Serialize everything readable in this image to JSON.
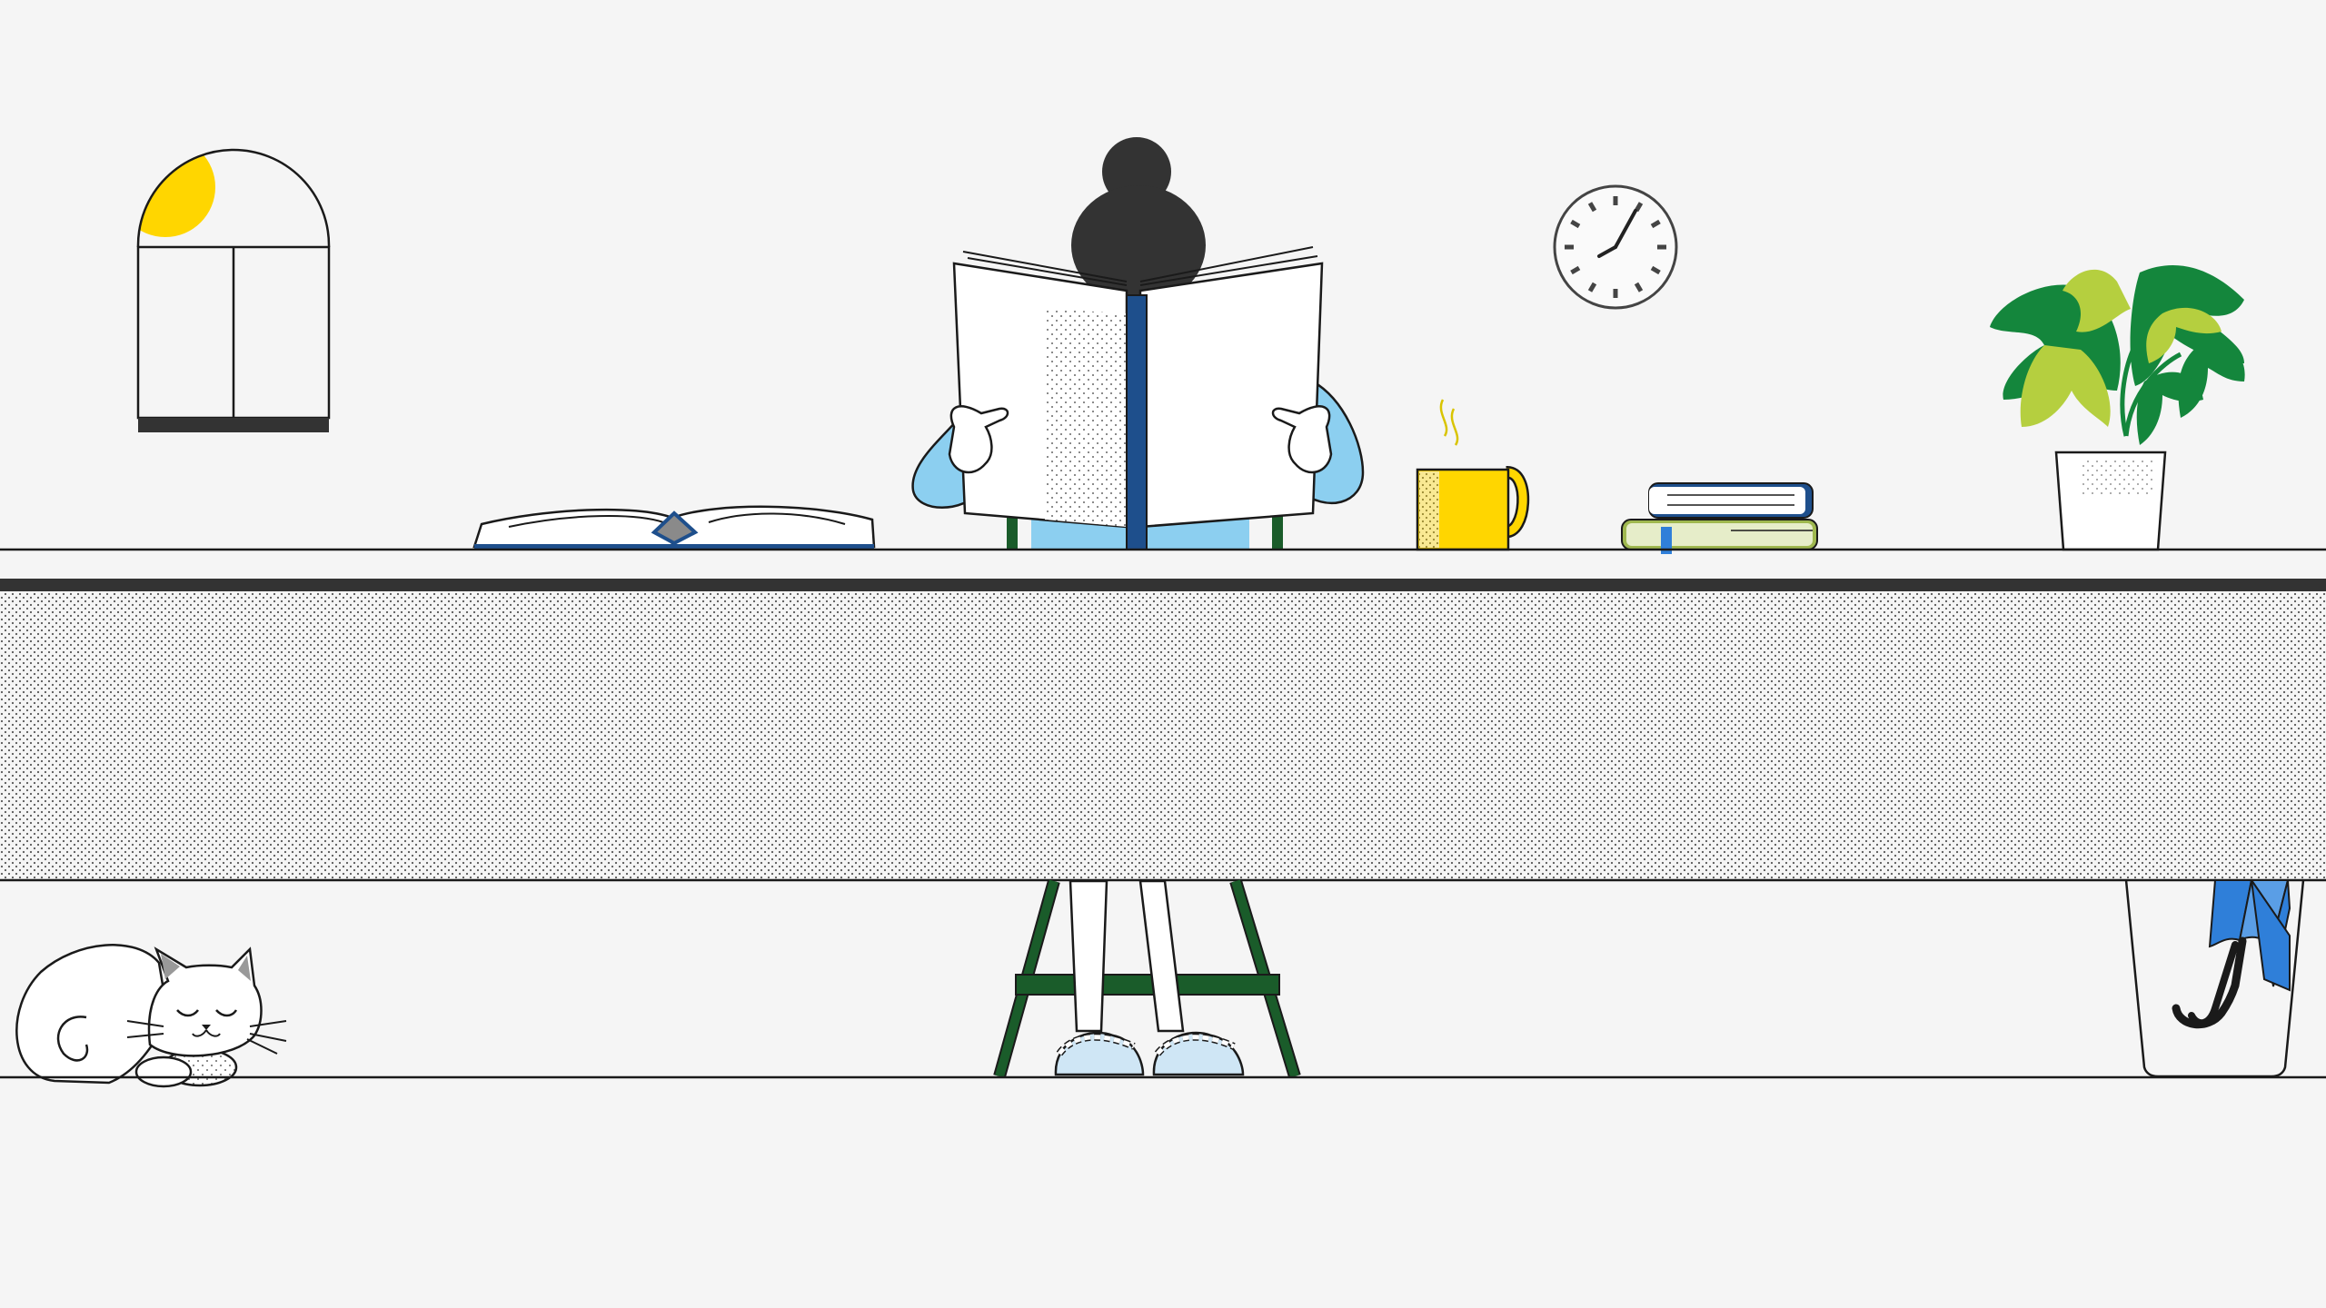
{
  "scene": {
    "description_free": true,
    "colors": {
      "background": "#f5f5f5",
      "outline": "#1a1a1a",
      "dark": "#333333",
      "sun_yellow": "#ffd600",
      "book_blue": "#1e4f8c",
      "sleeve_blue": "#8ccff0",
      "chair_green": "#1a5c2a",
      "plant_dark_green": "#14863c",
      "plant_light_green": "#b5cf3f",
      "umbrella_blue": "#2f7fd9",
      "book_pale_green": "#e6edc9",
      "slipper_blue": "#cfe6f5"
    },
    "objects": [
      "window",
      "sun",
      "open-book-on-desk",
      "reader",
      "large-book",
      "wall-clock",
      "coffee-mug",
      "book-stack",
      "potted-plant",
      "desk",
      "cat",
      "chair",
      "slippers",
      "umbrella-bin",
      "umbrella"
    ],
    "clock": {
      "hour": 7,
      "minute": 5
    }
  }
}
